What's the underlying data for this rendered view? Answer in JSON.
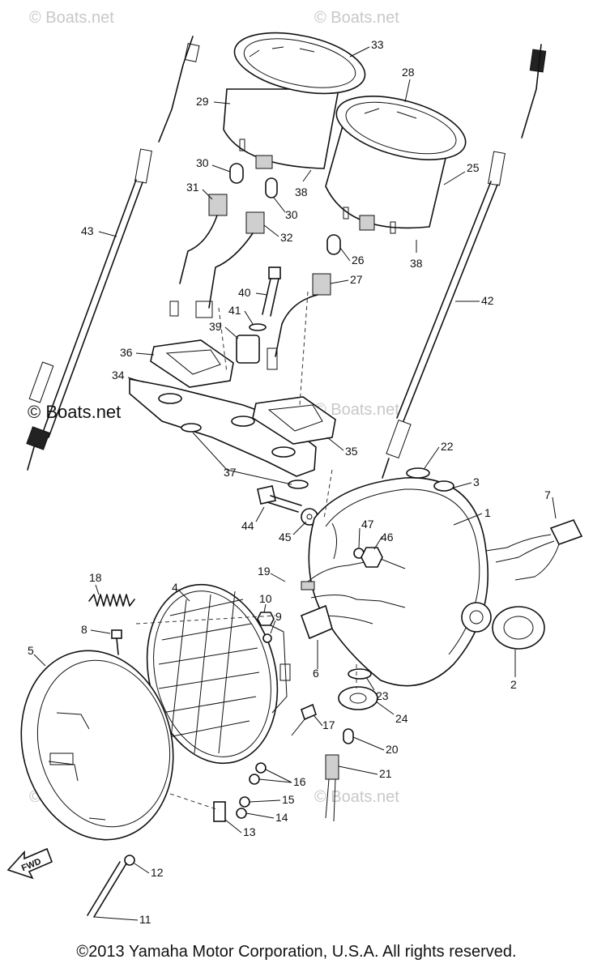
{
  "watermarks": [
    "© Boats.net",
    "© Boats.net",
    "© Boats.net",
    "© Boats.net",
    "© Boats.net",
    "© Boats.net"
  ],
  "fwd_label": "FWD",
  "copyright": "©2013 Yamaha Motor Corporation, U.S.A. All rights reserved.",
  "callouts": [
    "1",
    "2",
    "3",
    "4",
    "5",
    "6",
    "7",
    "8",
    "9",
    "10",
    "11",
    "12",
    "13",
    "14",
    "15",
    "16",
    "17",
    "18",
    "19",
    "20",
    "21",
    "22",
    "23",
    "24",
    "25",
    "26",
    "27",
    "28",
    "29",
    "30",
    "30",
    "31",
    "32",
    "33",
    "34",
    "35",
    "36",
    "37",
    "38",
    "38",
    "39",
    "40",
    "41",
    "42",
    "43",
    "44",
    "45",
    "46",
    "47"
  ]
}
